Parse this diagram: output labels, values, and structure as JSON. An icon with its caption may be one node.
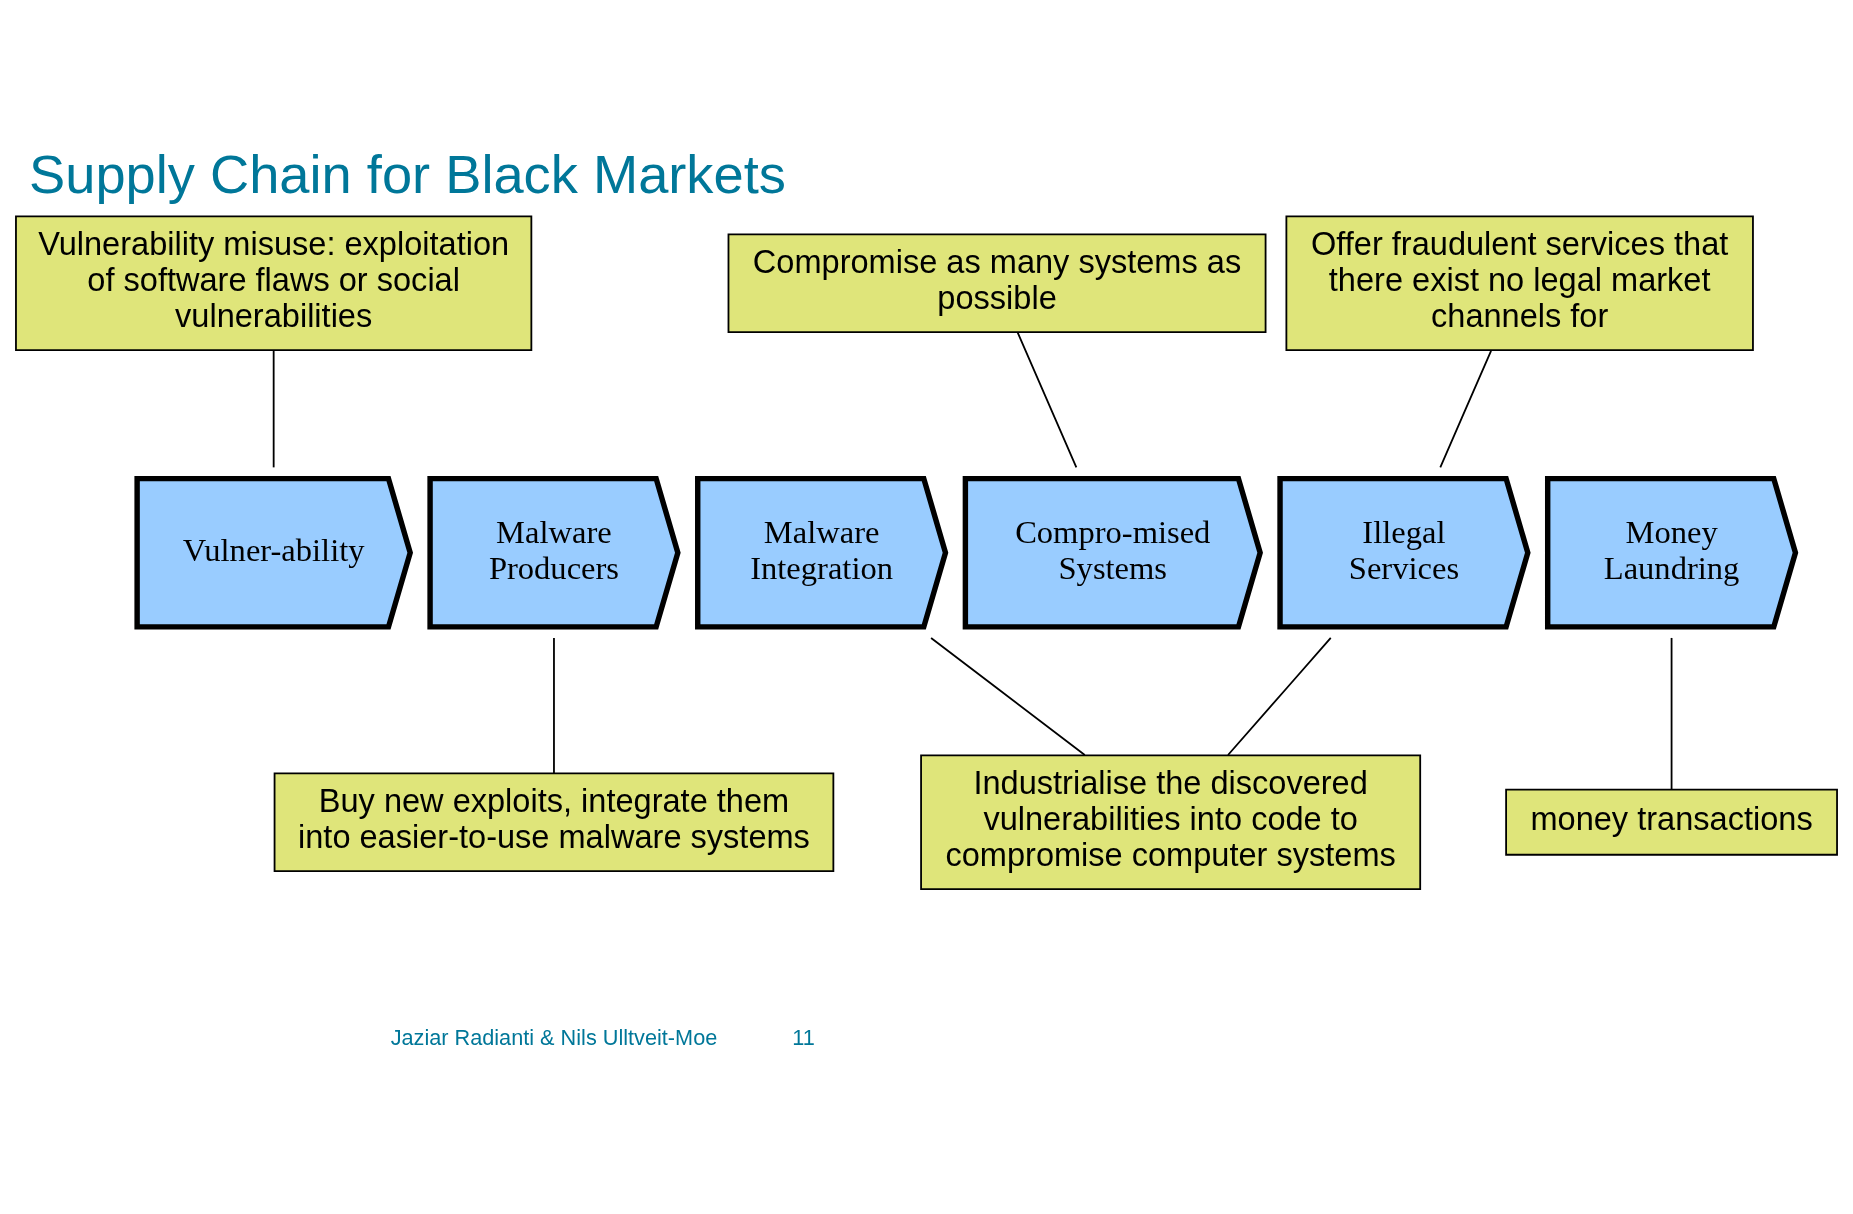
{
  "diagram": {
    "title": "Supply Chain for Black Markets",
    "nodes": [
      {
        "text": [
          "Vulner-ability"
        ]
      },
      {
        "text": [
          "Malware Producers"
        ]
      },
      {
        "text": [
          "Malware Integration"
        ]
      },
      {
        "text": [
          "Compro-mised Systems"
        ]
      },
      {
        "text": [
          "Illegal Services"
        ]
      },
      {
        "text": [
          "Money Laundring"
        ]
      },
      {
        "text": [
          "Vulnerability misuse: exploitation of software flaws or social vulnerabilities"
        ]
      },
      {
        "text": [
          "Compromise as many systems as possible"
        ]
      },
      {
        "text": [
          "Offer fraudulent services that there exist no legal market channels for"
        ]
      },
      {
        "text": [
          "Buy new exploits, integrate them into easier-to-use malware systems"
        ]
      },
      {
        "text": [
          "Industrialise the discovered vulnerabilities into code to compromise computer systems"
        ]
      },
      {
        "text": [
          "money transactions"
        ]
      }
    ],
    "edges": [
      {
        "from": 6,
        "to": 0,
        "arrow": "none"
      },
      {
        "from": 7,
        "to": 3,
        "arrow": "none"
      },
      {
        "from": 8,
        "to": 4,
        "arrow": "none"
      },
      {
        "from": 9,
        "to": 1,
        "arrow": "none"
      },
      {
        "from": 10,
        "to": 2,
        "arrow": "none"
      },
      {
        "from": 10,
        "to": 4,
        "arrow": "none"
      },
      {
        "from": 11,
        "to": 5,
        "arrow": "none"
      }
    ],
    "labels": [
      "Jaziar Radianti & Nils Ulltveit-Moe",
      "11"
    ]
  }
}
